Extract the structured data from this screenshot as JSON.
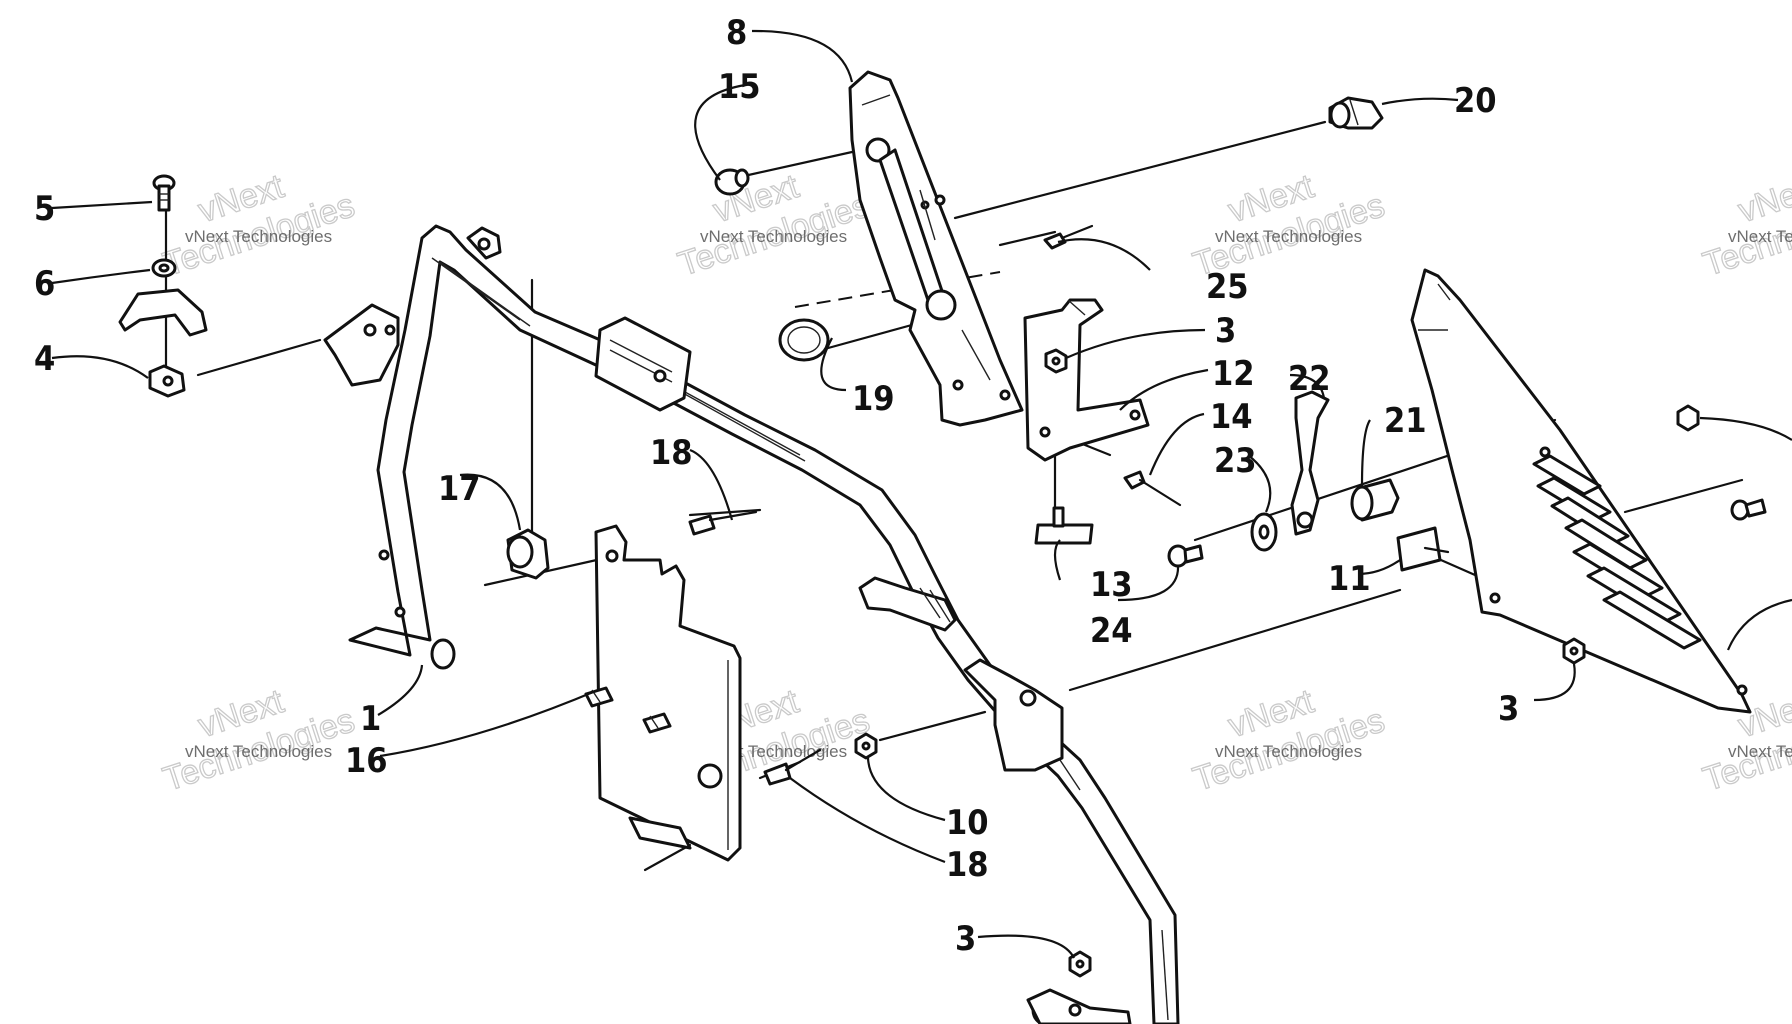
{
  "diagram": {
    "callouts": {
      "c1": "1",
      "c3a": "3",
      "c3b": "3",
      "c3c": "3",
      "c4": "4",
      "c5": "5",
      "c6": "6",
      "c8": "8",
      "c10": "10",
      "c11": "11",
      "c12": "12",
      "c13": "13",
      "c14": "14",
      "c15": "15",
      "c16": "16",
      "c17": "17",
      "c18a": "18",
      "c18b": "18",
      "c19": "19",
      "c20": "20",
      "c21": "21",
      "c22": "22",
      "c23": "23",
      "c24": "24",
      "c25": "25"
    },
    "watermark": {
      "line1": "vNext",
      "line2": "Technologies",
      "caption": "vNext Technologies"
    }
  }
}
